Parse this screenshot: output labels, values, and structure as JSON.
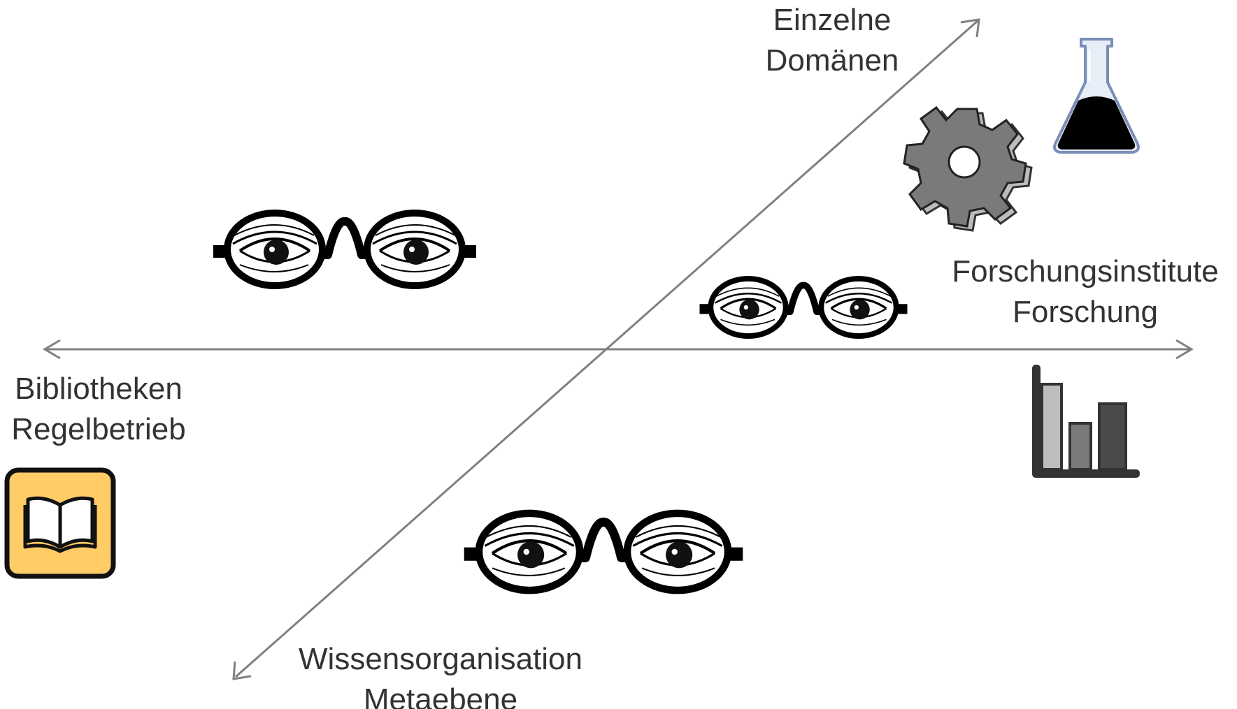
{
  "labels": {
    "top_right_line1": "Einzelne",
    "top_right_line2": "Domänen",
    "right_line1": "Forschungsinstitute",
    "right_line2": "Forschung",
    "left_line1": "Bibliotheken",
    "left_line2": "Regelbetrieb",
    "bottom_line1": "Wissensorganisation",
    "bottom_line2": "Metaebene"
  },
  "icons": {
    "eyeglasses": "eyeglasses-with-eyes-icon",
    "gear": "gear-icon",
    "flask": "erlenmeyer-flask-icon",
    "book": "open-book-icon",
    "bar_chart": "bar-chart-icon"
  },
  "colors": {
    "axis": "#808080",
    "text": "#333333",
    "book_bg": "#FFCC66",
    "gear_fill": "#7a7a7a",
    "flask_liquid": "#000000",
    "bar_light": "#bdbdbd",
    "bar_mid": "#7a7a7a",
    "bar_dark": "#4a4a4a"
  }
}
